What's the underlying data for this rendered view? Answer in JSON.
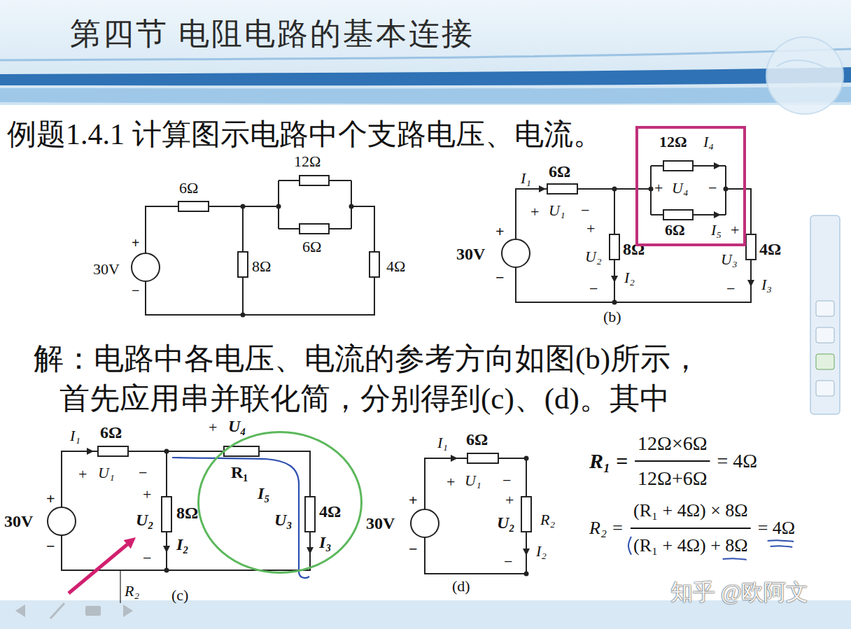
{
  "diagram": {
    "title": "第四节 电阻电路的基本连接",
    "nodes": [
      {
        "text": [
          "12Ω",
          "I₄",
          "+",
          "U₄",
          "−",
          "6Ω",
          "I₅",
          "+"
        ]
      },
      {
        "text": [
          "R₁",
          "I₅",
          "U₃",
          "4Ω",
          "I₃"
        ]
      }
    ],
    "labels": [
      "例题1.4.1 计算图示电路中个支路电压、电流。",
      "6Ω",
      "12Ω",
      "6Ω",
      "8Ω",
      "4Ω",
      "+",
      "−",
      "30V",
      "I₁",
      "6Ω",
      "+",
      "U₁",
      "−",
      "+",
      "−",
      "30V",
      "+",
      "U₂",
      "8Ω",
      "I₂",
      "−",
      "U₃",
      "4Ω",
      "I₃",
      "−",
      "(b)",
      "解：电路中各电压、电流的参考方向如图(b)所示，",
      "首先应用串并联化简，分别得到(c)、(d)。其中",
      "I₁",
      "6Ω",
      "+",
      "U₁",
      "−",
      "+",
      "−",
      "30V",
      "+",
      "U₂",
      "8Ω",
      "I₂",
      "−",
      "+",
      "U₄",
      "R₂",
      "(c)",
      "I₁",
      "6Ω",
      "+",
      "U₁",
      "−",
      "+",
      "−",
      "30V",
      "+",
      "U₂",
      "R₂",
      "I₂",
      "−",
      "(d)",
      "R₁ =",
      "12Ω×6Ω",
      "12Ω+6Ω",
      "= 4Ω",
      "R₂ =",
      "(R₁ + 4Ω) × 8Ω",
      "(R₁ + 4Ω) + 8Ω",
      "= 4Ω",
      "知乎 @欧阿文"
    ]
  }
}
